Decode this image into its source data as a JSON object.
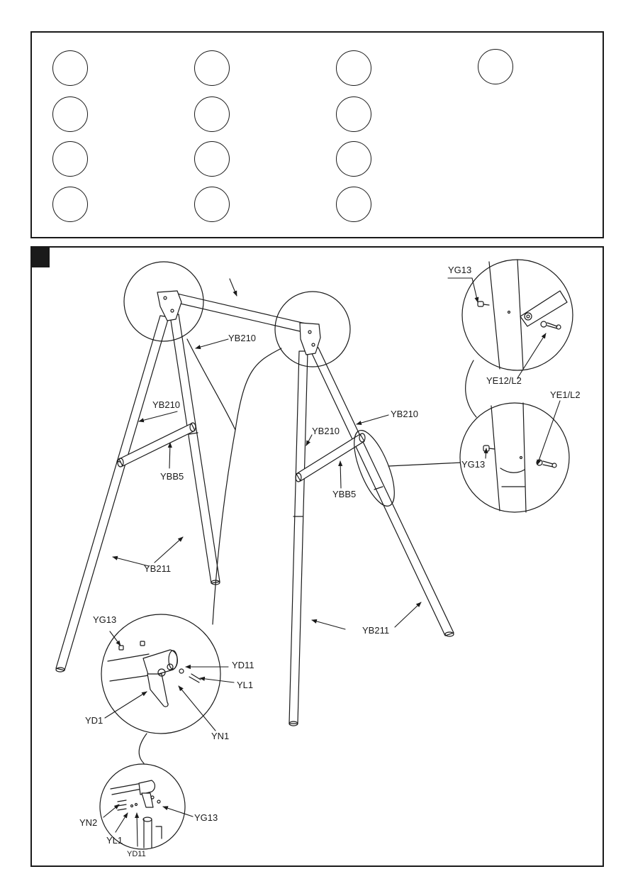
{
  "parts_panel": {
    "circle_count": 13
  },
  "labels": {
    "yb210_top": "YB210",
    "yb210_left": "YB210",
    "ybb5_left": "YBB5",
    "yb211_left": "YB211",
    "yb210_right_upper": "YB210",
    "yb210_right_lower": "YB210",
    "ybb5_right": "YBB5",
    "yb211_right": "YB211",
    "yg13_top_detail": "YG13",
    "ye12_l2": "YE12/L2",
    "ye1_l2": "YE1/L2",
    "yg13_mid_detail": "YG13",
    "yg13_bottom_detail": "YG13",
    "yd11_detail": "YD11",
    "yl1_detail": "YL1",
    "yd1_detail": "YD1",
    "yn1_detail": "YN1",
    "yn2_small": "YN2",
    "yl1_small": "YL1",
    "yd11_small": "YD11",
    "yg13_small": "YG13"
  }
}
